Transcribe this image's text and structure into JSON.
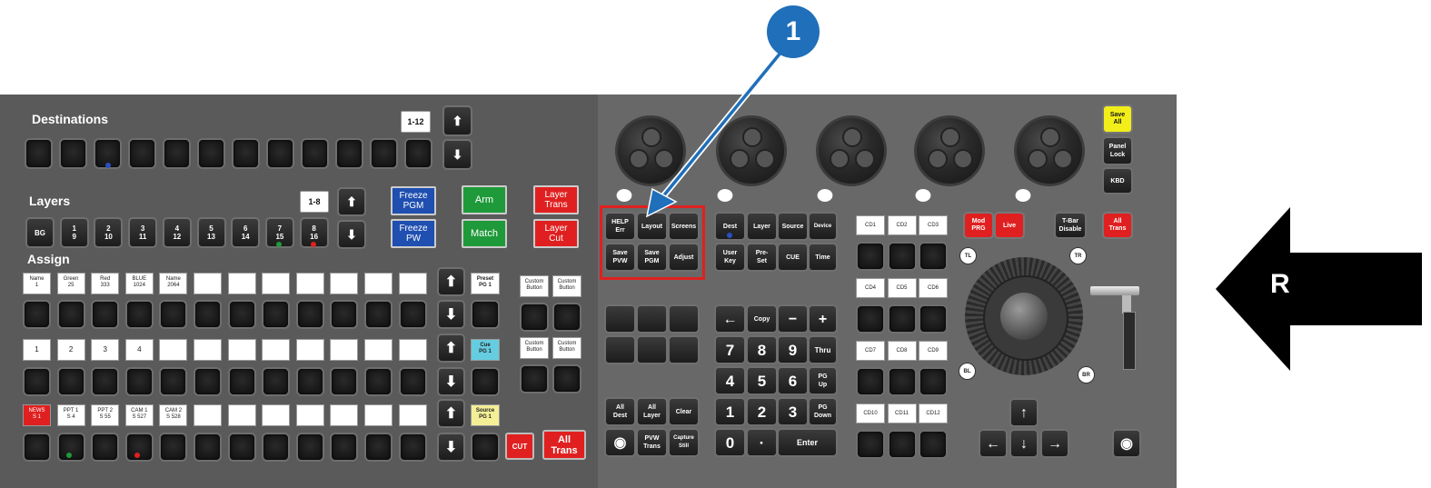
{
  "callout": {
    "number": "1",
    "side_label": "R"
  },
  "destinations": {
    "title": "Destinations",
    "page": "1-12"
  },
  "layers": {
    "title": "Layers",
    "page": "1-8",
    "keys": [
      [
        "BG",
        ""
      ],
      [
        "1",
        "9"
      ],
      [
        "2",
        "10"
      ],
      [
        "3",
        "11"
      ],
      [
        "4",
        "12"
      ],
      [
        "5",
        "13"
      ],
      [
        "6",
        "14"
      ],
      [
        "7",
        "15"
      ],
      [
        "8",
        "16"
      ]
    ]
  },
  "assign": {
    "title": "Assign",
    "row1": [
      "Name\n1",
      "Green\n25",
      "Red\n333",
      "BLUE\n1024",
      "Name\n2064",
      "",
      "",
      "",
      "",
      "",
      "",
      ""
    ],
    "row2": [
      "1",
      "2",
      "3",
      "4",
      "",
      "",
      "",
      "",
      "",
      "",
      "",
      ""
    ],
    "row3": [
      "NEWS\nS 1",
      "PPT 1\nS 4",
      "PPT 2\nS 55",
      "CAM 1\nS 527",
      "CAM 2\nS 528",
      "",
      "",
      "",
      "",
      "",
      "",
      ""
    ],
    "preset": "Preset\nPG 1",
    "cue": "Cue\nPG 1",
    "source": "Source\nPG 1",
    "custom": [
      "Custom\nButton",
      "Custom\nButton",
      "Custom\nButton",
      "Custom\nButton"
    ]
  },
  "buttons": {
    "freeze_pgm": "Freeze\nPGM",
    "freeze_pw": "Freeze\nPW",
    "arm": "Arm",
    "match": "Match",
    "layer_trans": "Layer\nTrans",
    "layer_cut": "Layer\nCut",
    "cut": "CUT",
    "all_trans": "All\nTrans"
  },
  "menu": {
    "help": "HELP\nErr",
    "layout": "Layout",
    "screens": "Screens",
    "save_pvw": "Save\nPVW",
    "save_pgm": "Save\nPGM",
    "adjust": "Adjust"
  },
  "nav": {
    "dest": "Dest",
    "layer": "Layer",
    "source": "Source",
    "device": "Device",
    "user_key": "User\nKey",
    "preset": "Pre-\nSet",
    "cue": "CUE",
    "time": "Time"
  },
  "keypad": {
    "copy": "Copy",
    "minus": "−",
    "plus": "+",
    "backspace": "←",
    "digits": [
      "7",
      "8",
      "9",
      "4",
      "5",
      "6",
      "1",
      "2",
      "3",
      "0",
      "·"
    ],
    "thru": "Thru",
    "pg_up": "PG\nUp",
    "pg_down": "PG\nDown",
    "enter": "Enter"
  },
  "bottom": {
    "all_dest": "All\nDest",
    "all_layer": "All\nLayer",
    "clear": "Clear",
    "pvw_trans": "PVW\nTrans",
    "capture": "Capture\nStill"
  },
  "cues": [
    "CD1",
    "CD2",
    "CD3",
    "CD4",
    "CD5",
    "CD6",
    "CD7",
    "CD8",
    "CD9",
    "CD10",
    "CD11",
    "CD12"
  ],
  "right": {
    "save_all": "Save\nAll",
    "panel_lock": "Panel\nLock",
    "kbd": "KBD",
    "mod_prg": "Mod\nPRG",
    "live": "Live",
    "tbar": "T-Bar\nDisable",
    "all_trans": "All\nTrans",
    "tl": "TL",
    "tr": "TR",
    "bl": "BL",
    "br": "BR"
  },
  "colors": {
    "red": "#e02020",
    "blue": "#1f4fb0",
    "green": "#1f9a3a",
    "yellow": "#f2ee1a",
    "callout": "#1f6fba"
  }
}
